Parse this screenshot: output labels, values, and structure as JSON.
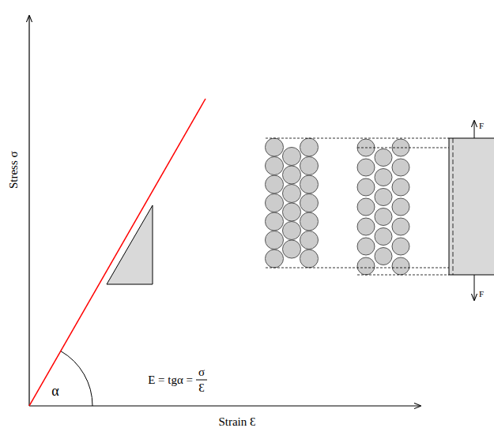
{
  "diagram": {
    "labels": [
      "Stress σ",
      "Strain Ɛ",
      "α",
      "E = tgα =",
      "σ",
      "Ɛ",
      "F",
      "F"
    ]
  }
}
